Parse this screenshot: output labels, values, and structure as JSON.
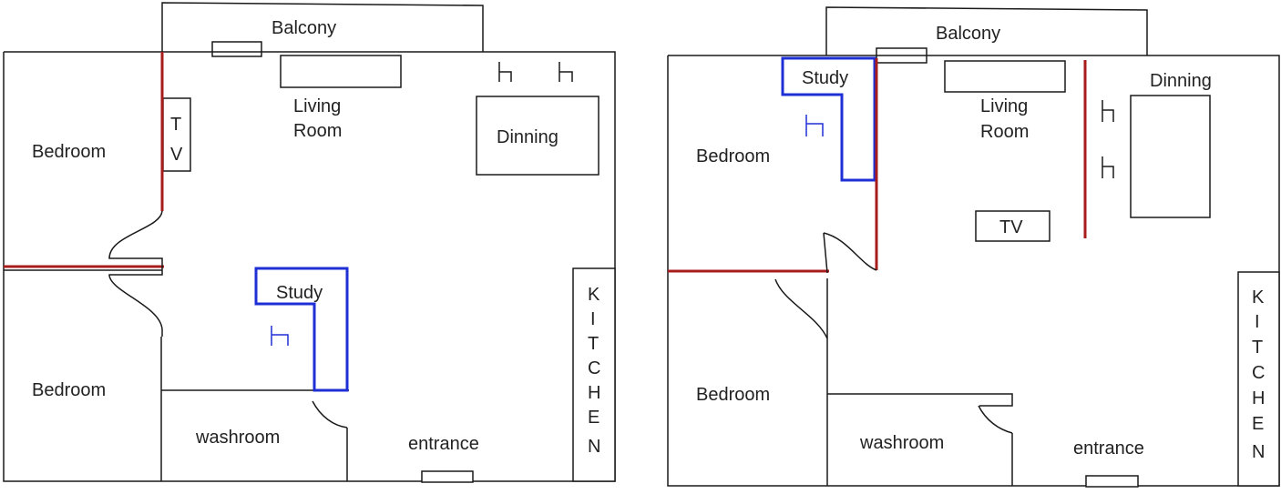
{
  "plans": [
    {
      "labels": {
        "balcony": "Balcony",
        "living_line1": "Living",
        "living_line2": "Room",
        "tv_line1": "T",
        "tv_line2": "V",
        "dinning": "Dinning",
        "bedroom_top": "Bedroom",
        "bedroom_bottom": "Bedroom",
        "study": "Study",
        "washroom": "washroom",
        "entrance": "entrance",
        "kitchen": [
          "K",
          "I",
          "T",
          "C",
          "H",
          "E",
          "N"
        ]
      }
    },
    {
      "labels": {
        "balcony": "Balcony",
        "living_line1": "Living",
        "living_line2": "Room",
        "tv": "TV",
        "dinning": "Dinning",
        "bedroom_top": "Bedroom",
        "bedroom_bottom": "Bedroom",
        "study": "Study",
        "washroom": "washroom",
        "entrance": "entrance",
        "kitchen": [
          "K",
          "I",
          "T",
          "C",
          "H",
          "E",
          "N"
        ]
      }
    }
  ],
  "colors": {
    "wall": "#1a1a1a",
    "feature_wall": "#a81c1c",
    "study_desk": "#1f2fd6"
  }
}
